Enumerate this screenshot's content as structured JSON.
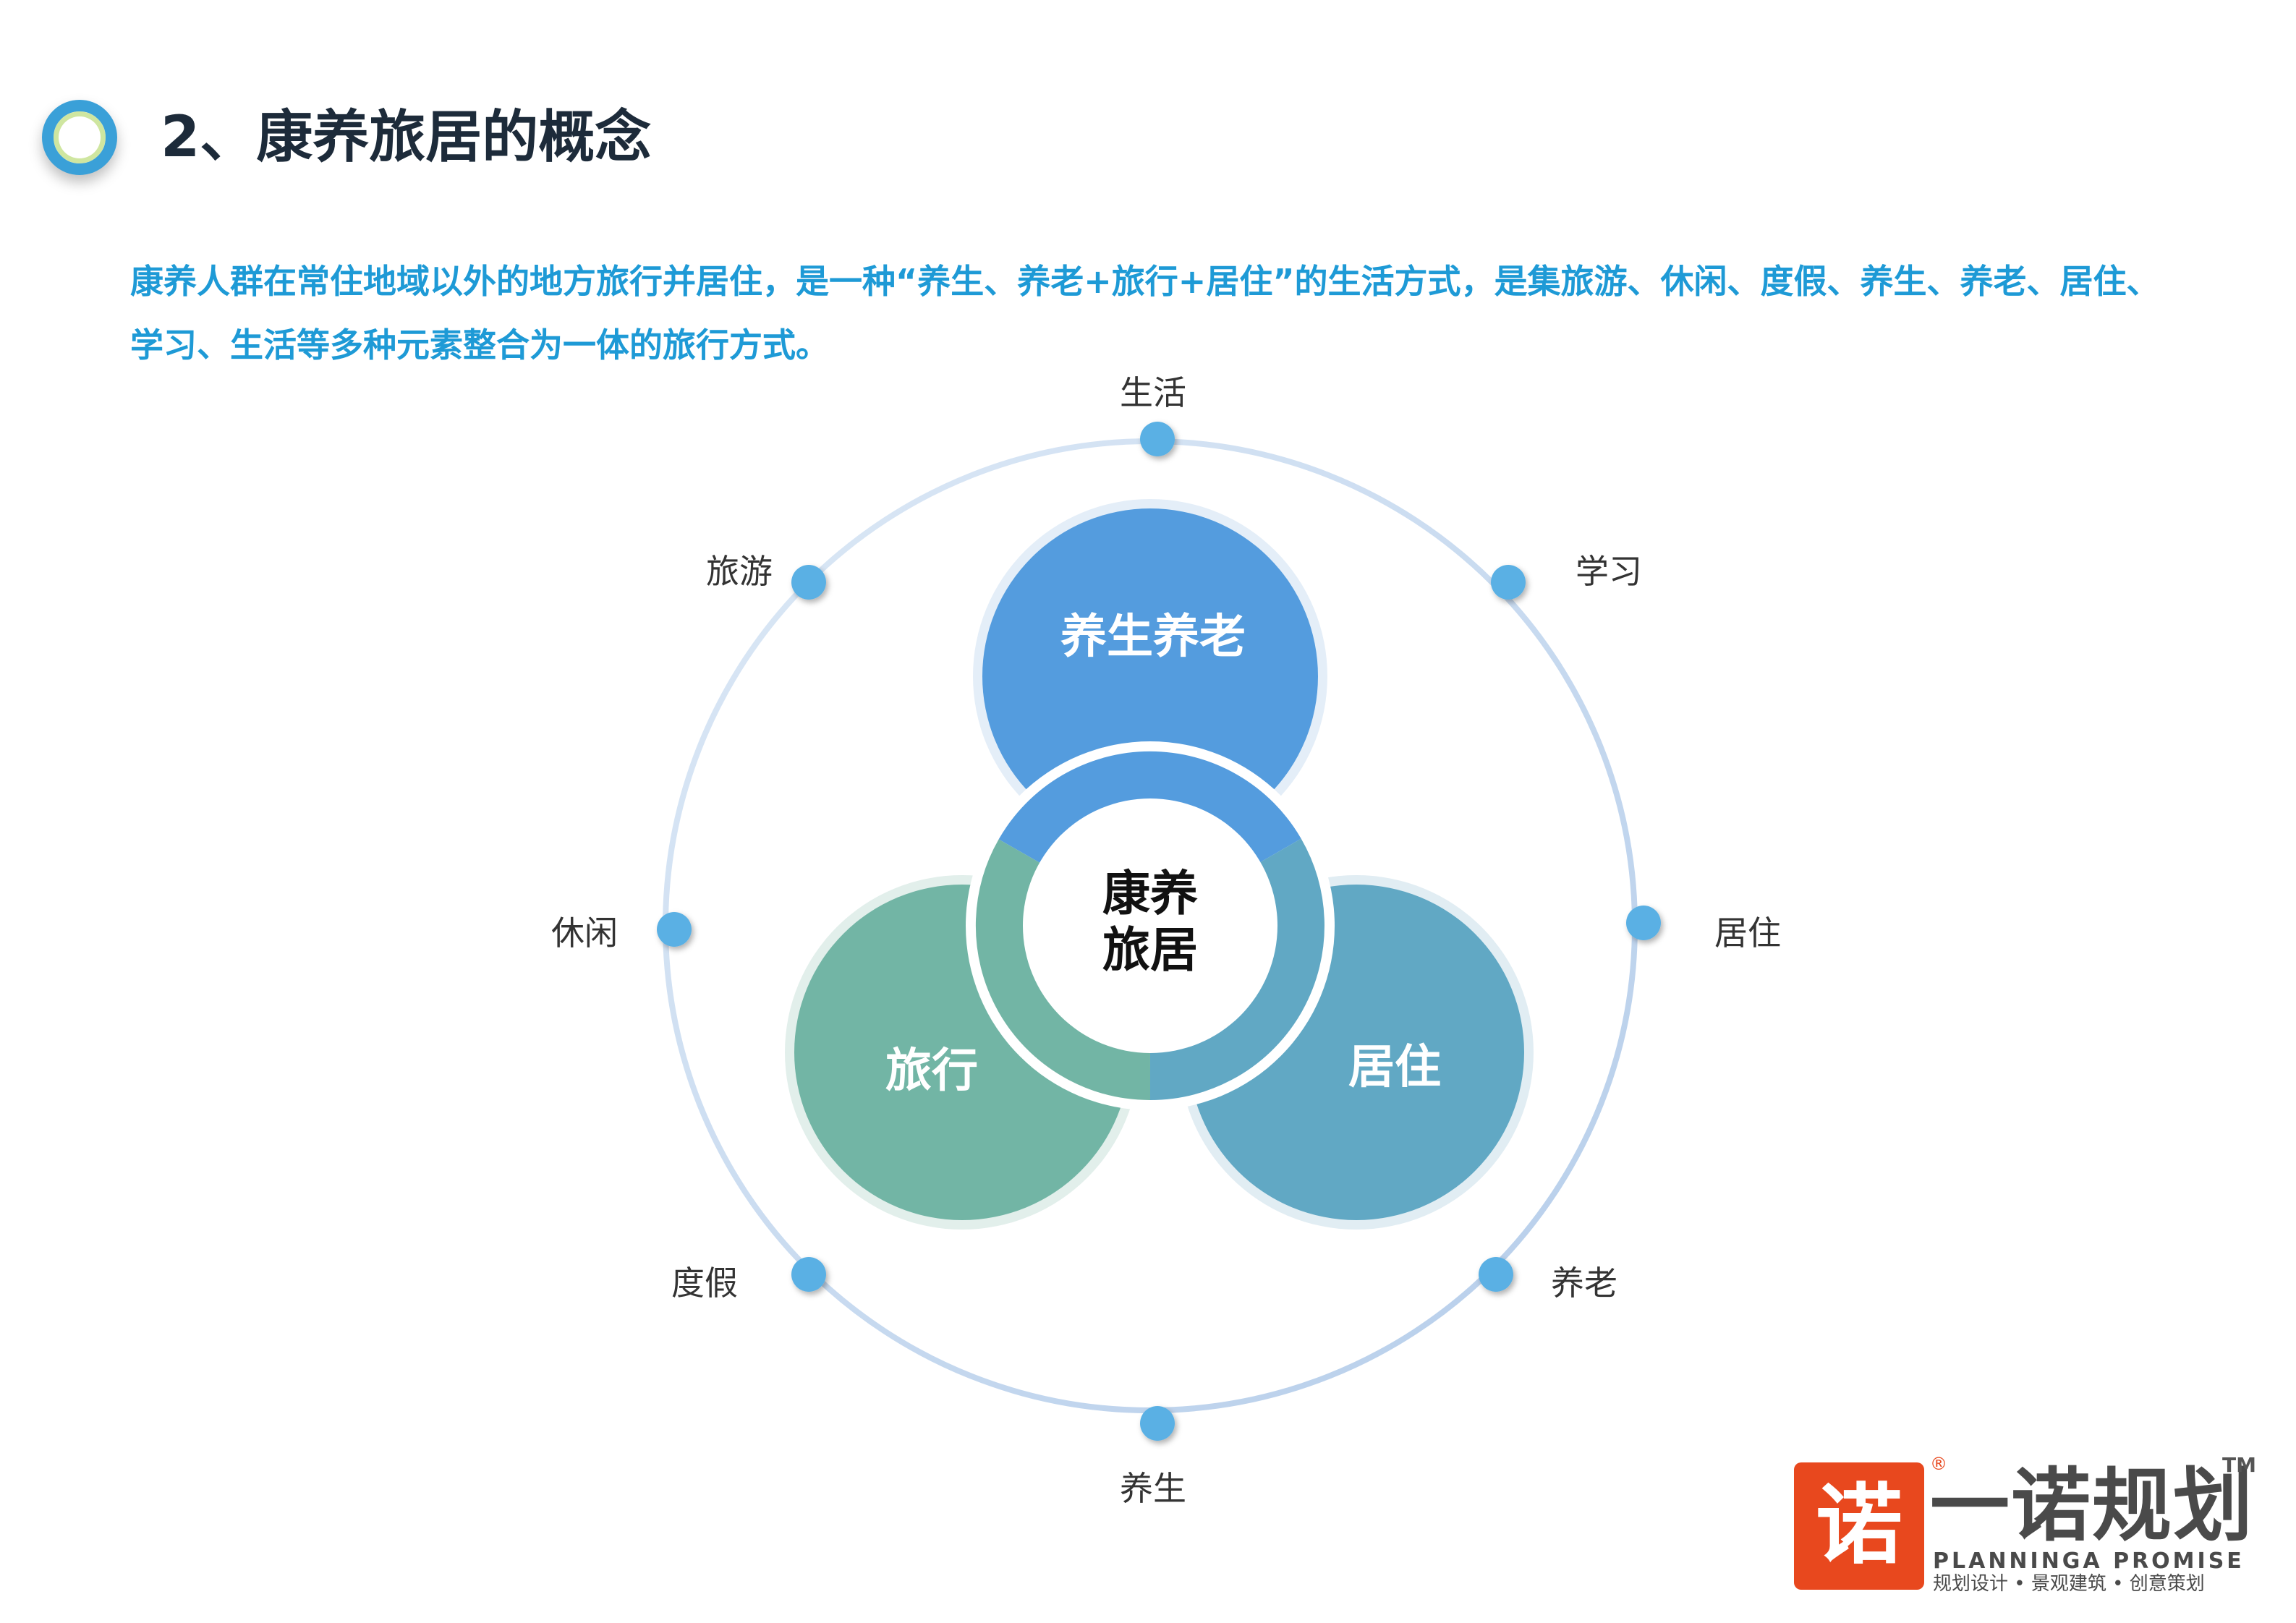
{
  "page_title": "2、康养旅居的概念",
  "intro_lines": [
    "康养人群在常住地域以外的地方旅行并居住，是一种“养生、养老+旅行+居住”的生活方式，是集旅游、休闲、度假、养生、养老、居住、",
    "学习、生活等多种元素整合为一体的旅行方式。"
  ],
  "diagram": {
    "center_line1": "康养",
    "center_line2": "旅居",
    "petals": {
      "top": "养生养老",
      "left": "旅行",
      "right": "居住"
    },
    "ring_labels": {
      "top": "生活",
      "upper_right": "学习",
      "right": "居住",
      "lower_right": "养老",
      "bottom": "养生",
      "lower_left": "度假",
      "left": "休闲",
      "upper_left": "旅游"
    },
    "colors": {
      "petal_top": "#549cde",
      "petal_left": "#72b5a5",
      "petal_right": "#61a8c4",
      "ring": "#c9ddf2",
      "dot": "#5ab0e4"
    }
  },
  "logo": {
    "mark": "诺",
    "name": "一诺规划",
    "english": "PLANNINGA  PROMISE",
    "tagline": "规划设计 • 景观建筑 • 创意策划",
    "reg": "®",
    "tm": "TM"
  }
}
